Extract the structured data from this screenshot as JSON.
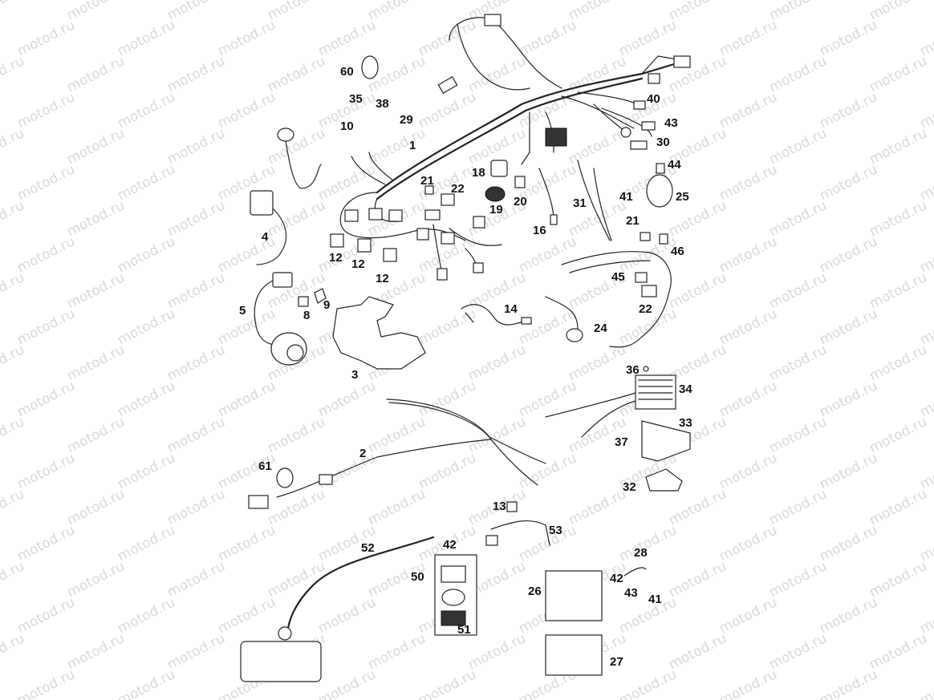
{
  "watermark": "motod.ru",
  "callouts": [
    "1",
    "2",
    "3",
    "4",
    "5",
    "8",
    "9",
    "10",
    "12",
    "13",
    "14",
    "16",
    "18",
    "19",
    "20",
    "21",
    "22",
    "24",
    "25",
    "26",
    "27",
    "28",
    "29",
    "30",
    "31",
    "32",
    "33",
    "34",
    "35",
    "36",
    "37",
    "38",
    "40",
    "41",
    "42",
    "43",
    "44",
    "45",
    "46",
    "50",
    "51",
    "52",
    "53",
    "60",
    "61"
  ]
}
